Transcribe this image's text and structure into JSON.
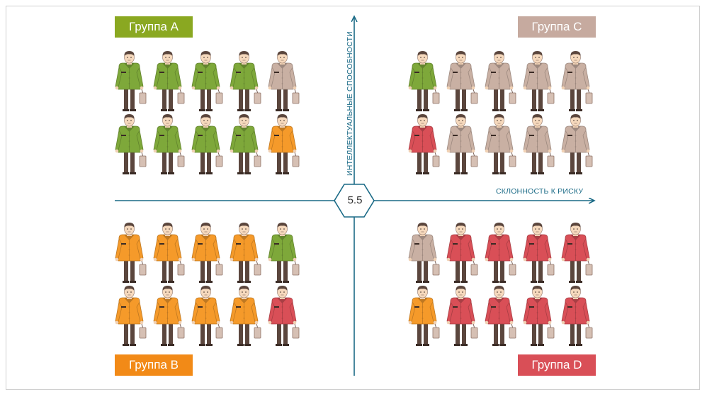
{
  "groups": {
    "a": {
      "label": "Группа A",
      "color": "#8aa821"
    },
    "b": {
      "label": "Группа B",
      "color": "#f28a17"
    },
    "c": {
      "label": "Группа C",
      "color": "#c6aa9f"
    },
    "d": {
      "label": "Группа D",
      "color": "#d94f57"
    }
  },
  "axes": {
    "x_label": "СКЛОННОСТЬ К РИСКУ",
    "y_label": "ИНТЕЛЛЕКТУАЛЬНЫЕ СПОСОБНОСТИ",
    "center_value": "5.5",
    "color": "#1a6a86"
  },
  "palette": {
    "green": "#7ea83a",
    "beige": "#c9b0a3",
    "orange": "#f59a2a",
    "red": "#d94f57"
  },
  "quadrants": [
    {
      "name": "a",
      "rows": [
        [
          "green",
          "green",
          "green",
          "green",
          "beige"
        ],
        [
          "green",
          "green",
          "green",
          "green",
          "orange"
        ]
      ]
    },
    {
      "name": "c",
      "rows": [
        [
          "green",
          "beige",
          "beige",
          "beige",
          "beige"
        ],
        [
          "red",
          "beige",
          "beige",
          "beige",
          "beige"
        ]
      ]
    },
    {
      "name": "b",
      "rows": [
        [
          "orange",
          "orange",
          "orange",
          "orange",
          "green"
        ],
        [
          "orange",
          "orange",
          "orange",
          "orange",
          "red"
        ]
      ]
    },
    {
      "name": "d",
      "rows": [
        [
          "beige",
          "red",
          "red",
          "red",
          "red"
        ],
        [
          "orange",
          "red",
          "red",
          "red",
          "red"
        ]
      ]
    }
  ]
}
